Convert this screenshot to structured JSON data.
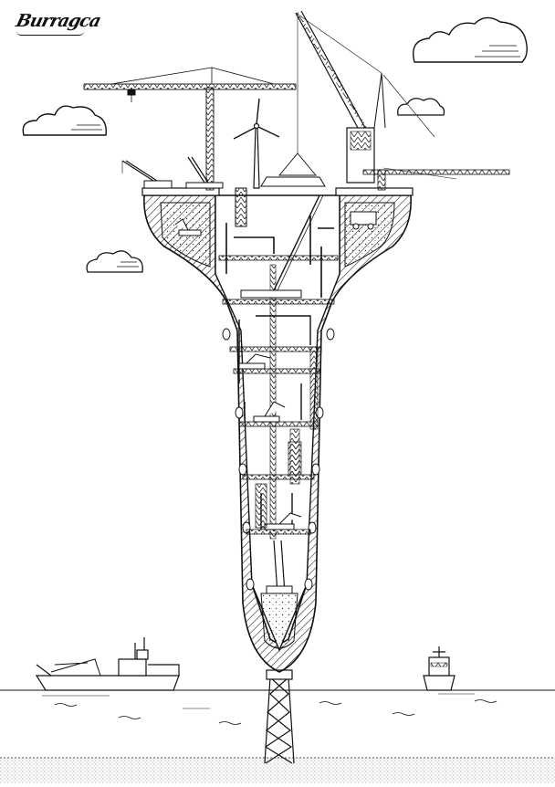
{
  "artwork": {
    "signature": "Burragca",
    "colors": {
      "ink": "#111111",
      "paper": "#ffffff",
      "rubble": "#f2f2f2",
      "seabed": "#e8e8e8"
    },
    "elements": {
      "clouds": 4,
      "tower_cranes": 3,
      "wind_turbine": 1,
      "ships": 2,
      "support_tower": 1
    }
  }
}
